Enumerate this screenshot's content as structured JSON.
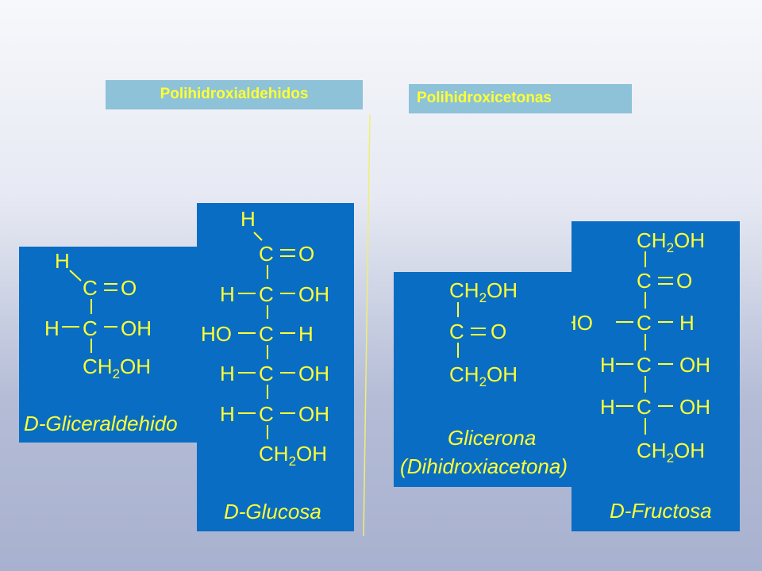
{
  "headers": {
    "aldehydes": "Polihidroxialdehidos",
    "ketones": "Polihidroxicetonas"
  },
  "colors": {
    "panel": "#0a6dc4",
    "text": "#ffff33",
    "header_bg": "#8dc2d8",
    "divider": "#f0f070"
  },
  "molecules": {
    "glyceraldehyde": {
      "name": "D-Gliceraldehido",
      "rows": [
        {
          "center": "C",
          "right": "O",
          "bond_right": "double",
          "top_label": "H"
        },
        {
          "left": "H",
          "center": "C",
          "right": "OH"
        },
        {
          "tail": "CH2OH"
        }
      ]
    },
    "glucose": {
      "name": "D-Glucosa",
      "rows": [
        {
          "center": "C",
          "right": "O",
          "bond_right": "double",
          "top_label": "H"
        },
        {
          "left": "H",
          "center": "C",
          "right": "OH"
        },
        {
          "left": "HO",
          "center": "C",
          "right": "H"
        },
        {
          "left": "H",
          "center": "C",
          "right": "OH"
        },
        {
          "left": "H",
          "center": "C",
          "right": "OH"
        },
        {
          "tail": "CH2OH"
        }
      ]
    },
    "dihydroxyacetone": {
      "name_line1": "Glicerona",
      "name_line2": "(Dihidroxiacetona)",
      "rows": [
        {
          "tail": "CH2OH"
        },
        {
          "center": "C",
          "right": "O",
          "bond_right": "double"
        },
        {
          "tail": "CH2OH"
        }
      ]
    },
    "fructose": {
      "name": "D-Fructosa",
      "rows": [
        {
          "tail": "CH2OH"
        },
        {
          "center": "C",
          "right": "O",
          "bond_right": "double"
        },
        {
          "left": "HO",
          "center": "C",
          "right": "H"
        },
        {
          "left": "H",
          "center": "C",
          "right": "OH"
        },
        {
          "left": "H",
          "center": "C",
          "right": "OH"
        },
        {
          "tail": "CH2OH"
        }
      ]
    }
  },
  "formula_parts": {
    "ch": "CH",
    "two": "2",
    "oh": "OH"
  }
}
